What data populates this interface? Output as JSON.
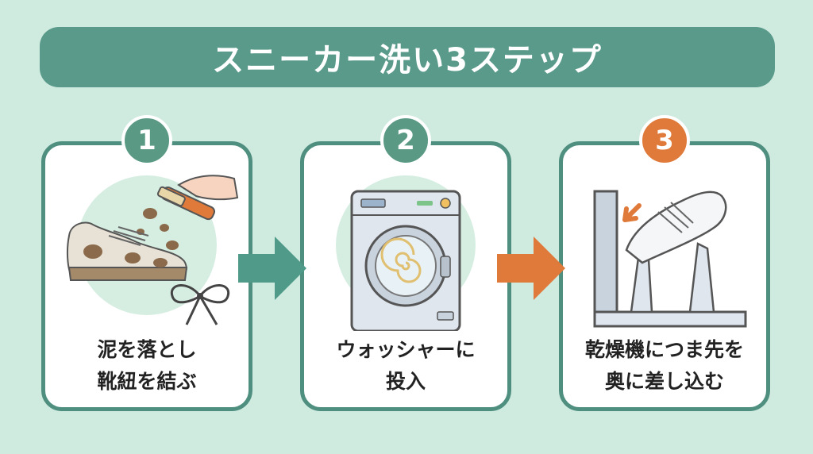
{
  "title": "スニーカー洗い3ステップ",
  "steps": [
    {
      "number": "1",
      "caption_line1": "泥を落とし",
      "caption_line2": "靴紐を結ぶ",
      "color": "#5a9a84"
    },
    {
      "number": "2",
      "caption_line1": "ウォッシャーに",
      "caption_line2": "投入",
      "color": "#5a9a84"
    },
    {
      "number": "3",
      "caption_line1": "乾燥機につま先を",
      "caption_line2": "奥に差し込む",
      "color": "#e07a3a"
    }
  ],
  "arrow_colors": [
    "#4f9a88",
    "#e07a3a"
  ],
  "icons": [
    "dirty-sneaker-icon",
    "brush-hand-icon",
    "shoelace-bow-icon",
    "washing-machine-icon",
    "shoe-dryer-icon"
  ]
}
